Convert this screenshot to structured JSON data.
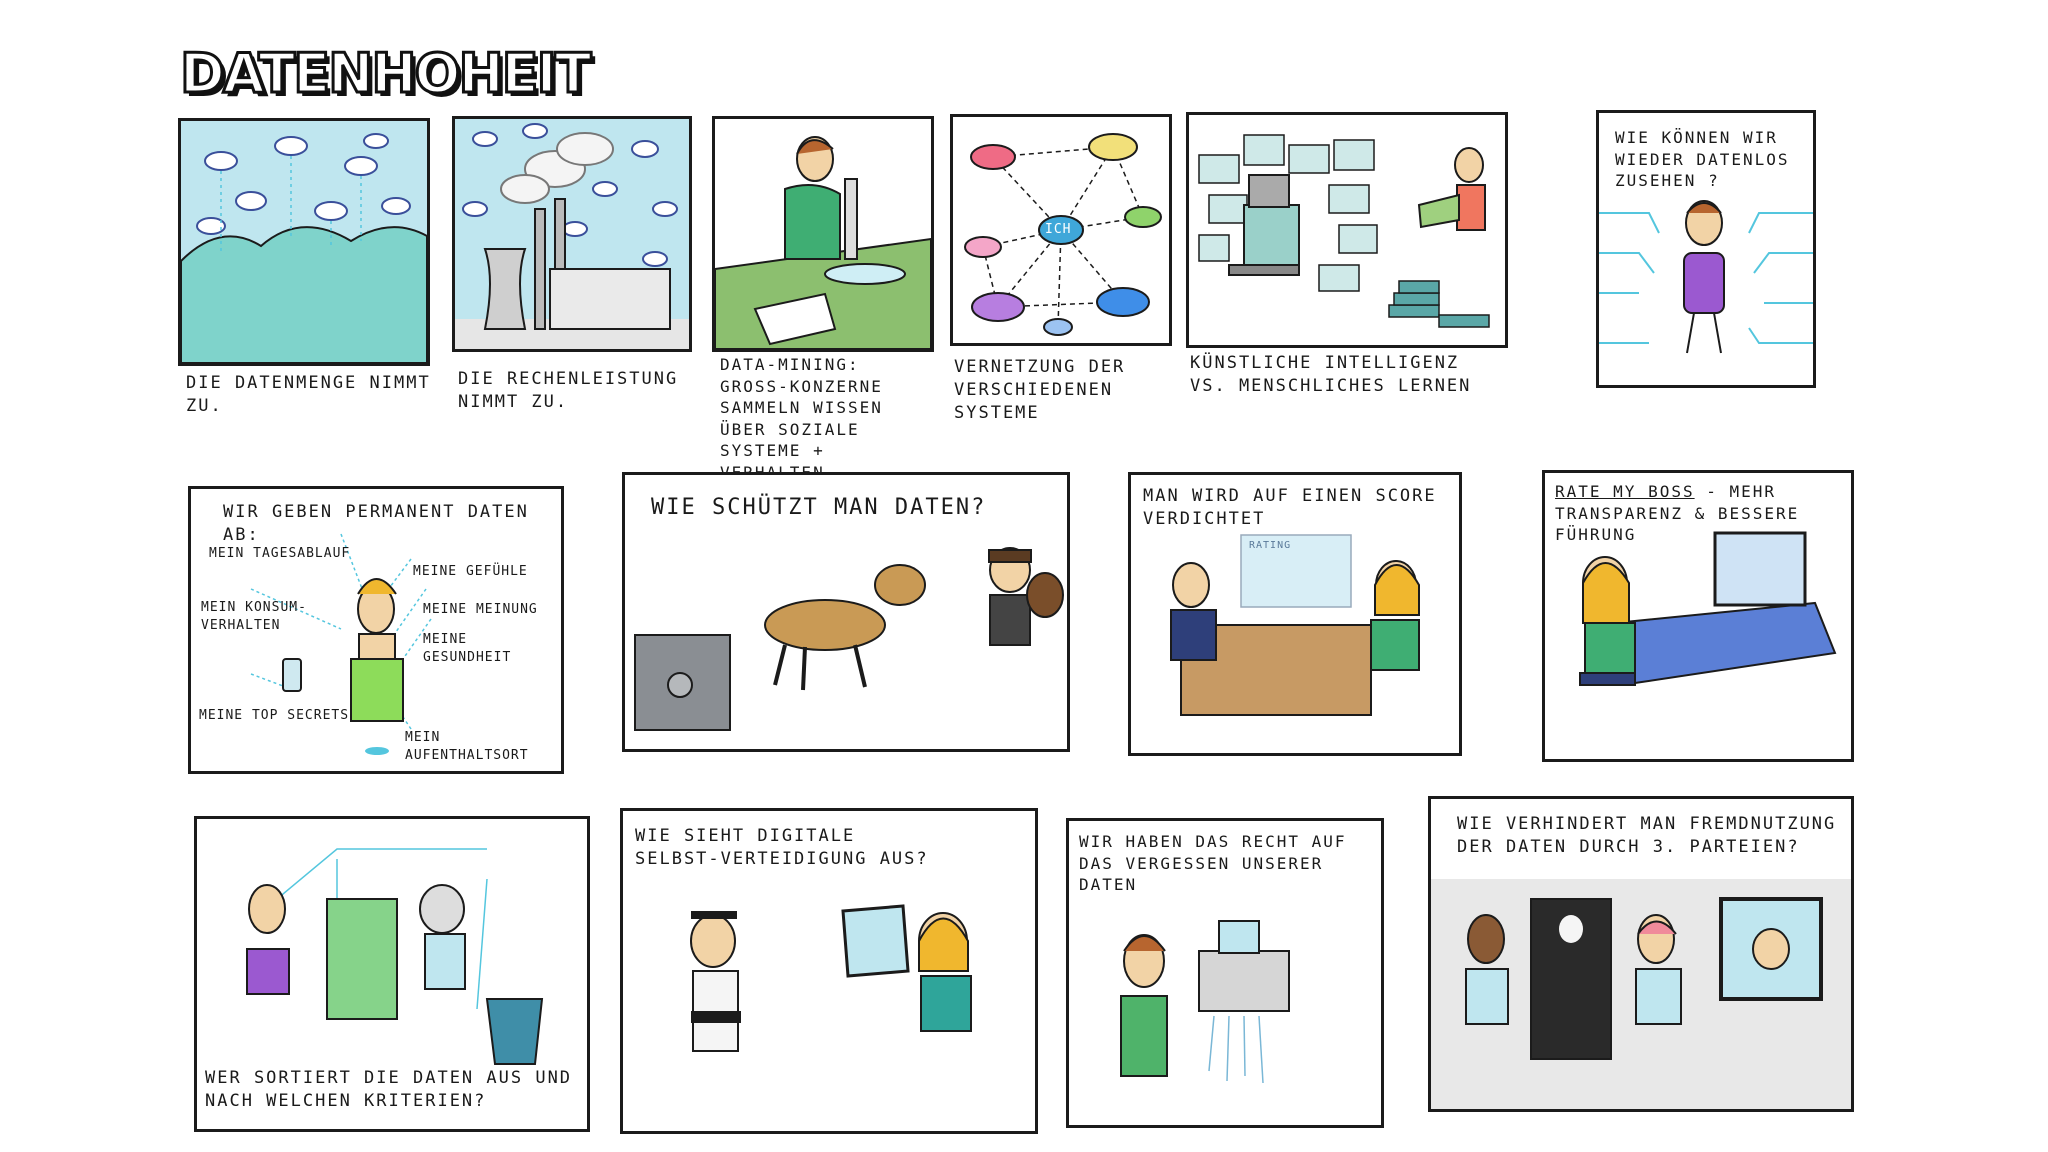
{
  "title": "DATENHOHEIT",
  "row1": [
    {
      "caption": "DIE DATENMENGE NIMMT ZU."
    },
    {
      "caption": "DIE RECHENLEISTUNG NIMMT ZU."
    },
    {
      "caption": "DATA-MINING: GROSS-KONZERNE SAMMELN WISSEN ÜBER SOZIALE SYSTEME + VERHALTEN"
    },
    {
      "caption": "VERNETZUNG DER VERSCHIEDENEN SYSTEME",
      "hub_label": "ICH"
    },
    {
      "caption": "KÜNSTLICHE INTELLIGENZ VS. MENSCHLICHES LERNEN"
    },
    {
      "text": "WIE KÖNNEN WIR WIEDER DATENLOS ZUSEHEN ?"
    }
  ],
  "row2": {
    "p1": {
      "heading": "WIR GEBEN PERMANENT DATEN AB:",
      "labels": [
        "MEIN TAGESABLAUF",
        "MEINE GEFÜHLE",
        "MEIN KONSUM-VERHALTEN",
        "MEINE MEINUNG",
        "MEINE GESUNDHEIT",
        "MEINE TOP SECRETS",
        "MEIN AUFENTHALTSORT"
      ]
    },
    "p2": {
      "heading": "WIE SCHÜTZT MAN DATEN?"
    },
    "p3": {
      "heading": "MAN WIRD AUF EINEN SCORE VERDICHTET",
      "screen_label": "RATING"
    },
    "p4": {
      "heading_a": "RATE MY BOSS",
      "heading_b": "- MEHR TRANSPARENZ & BESSERE FÜHRUNG"
    }
  },
  "row3": {
    "p1": {
      "text": "WER SORTIERT DIE DATEN AUS UND NACH WELCHEN KRITERIEN?"
    },
    "p2": {
      "text": "WIE SIEHT DIGITALE SELBST-VERTEIDIGUNG AUS?"
    },
    "p3": {
      "text": "WIR HABEN DAS RECHT AUF DAS VERGESSEN UNSERER DATEN"
    },
    "p4": {
      "text": "WIE VERHINDERT MAN FREMDNUTZUNG DER DATEN DURCH 3. PARTEIEN?"
    }
  },
  "colors": {
    "sky": "#bfe6ef",
    "hills": "#7fd3cb",
    "green": "#7ccf5a",
    "purple": "#9b59d0",
    "cyan": "#54c6de",
    "ink": "#1b1b1b"
  }
}
